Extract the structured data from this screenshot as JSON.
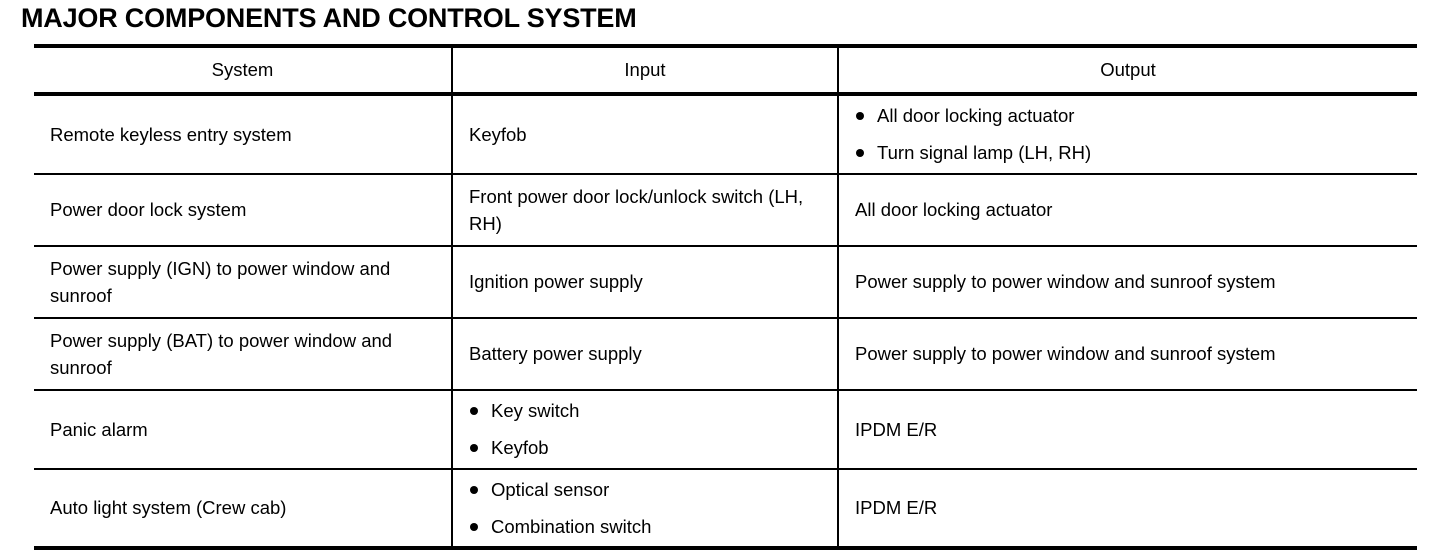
{
  "document": {
    "title": "MAJOR COMPONENTS AND CONTROL SYSTEM"
  },
  "table": {
    "columns": [
      {
        "key": "system",
        "header": "System"
      },
      {
        "key": "input",
        "header": "Input"
      },
      {
        "key": "output",
        "header": "Output"
      }
    ],
    "rows": [
      {
        "system": "Remote keyless entry system",
        "input_text": "Keyfob",
        "input_items": [],
        "output_text": "",
        "output_items": [
          "All door locking actuator",
          "Turn signal lamp (LH, RH)"
        ]
      },
      {
        "system": "Power door lock system",
        "input_text": "Front power door lock/unlock switch (LH, RH)",
        "input_items": [],
        "output_text": "All door locking actuator",
        "output_items": []
      },
      {
        "system": "Power supply (IGN) to power window and sunroof",
        "input_text": "Ignition power supply",
        "input_items": [],
        "output_text": "Power supply to power window and sunroof system",
        "output_items": []
      },
      {
        "system": "Power supply (BAT) to power window and sunroof",
        "input_text": "Battery power supply",
        "input_items": [],
        "output_text": "Power supply to power window and sunroof system",
        "output_items": []
      },
      {
        "system": "Panic alarm",
        "input_text": "",
        "input_items": [
          "Key switch",
          "Keyfob"
        ],
        "output_text": "IPDM E/R",
        "output_items": []
      },
      {
        "system": "Auto light system (Crew cab)",
        "input_text": "",
        "input_items": [
          "Optical sensor",
          "Combination switch"
        ],
        "output_text": "IPDM E/R",
        "output_items": []
      }
    ]
  },
  "colors": {
    "text": "#000000",
    "rule": "#000000",
    "background": "#ffffff"
  }
}
